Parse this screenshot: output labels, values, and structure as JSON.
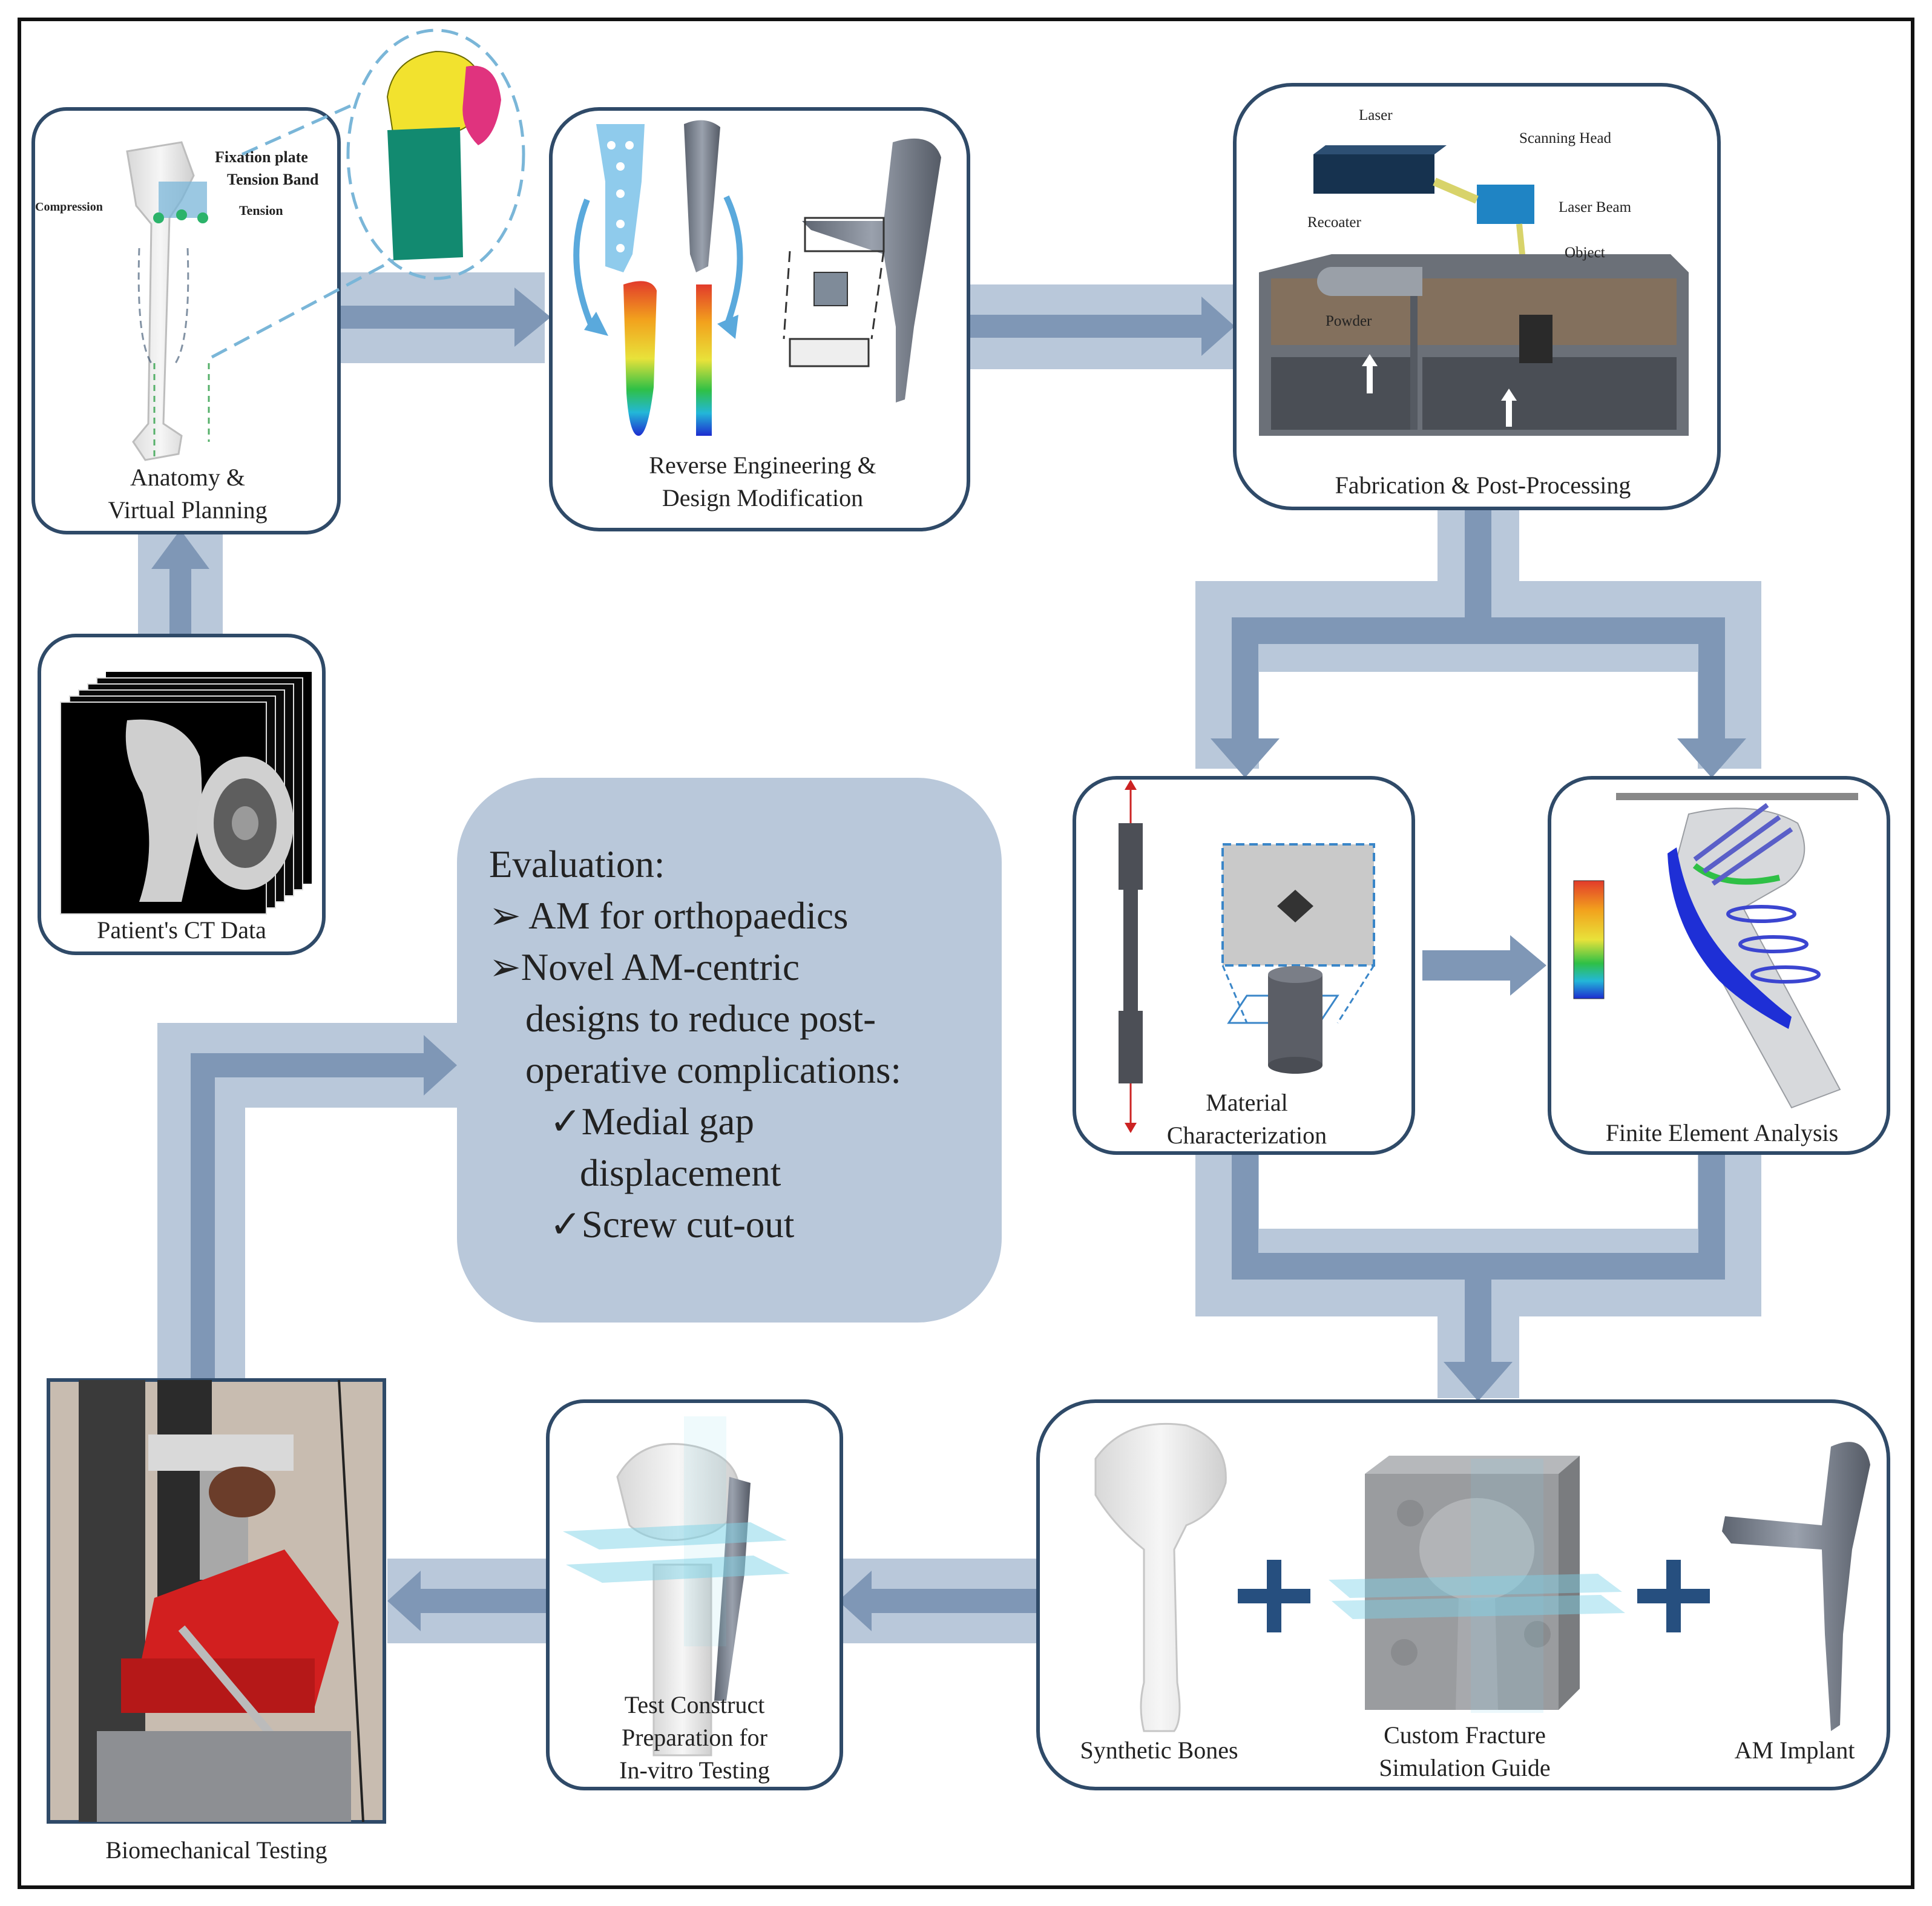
{
  "steps": {
    "anatomy": "Anatomy & Virtual Planning",
    "anatomy_l1": "Anatomy &",
    "anatomy_l2": "Virtual Planning",
    "reverse_l1": "Reverse Engineering &",
    "reverse_l2": "Design Modification",
    "fabrication": "Fabrication & Post-Processing",
    "ct": "Patient's CT Data",
    "material_l1": "Material",
    "material_l2": "Characterization",
    "fea": "Finite Element Analysis",
    "synthetic": "Synthetic Bones",
    "guide_l1": "Custom Fracture",
    "guide_l2": "Simulation Guide",
    "implant": "AM Implant",
    "test_l1": "Test Construct",
    "test_l2": "Preparation for",
    "test_l3": "In-vitro Testing",
    "biomech": "Biomechanical Testing"
  },
  "anatomy_labels": {
    "fixation": "Fixation plate",
    "tension_band": "Tension Band",
    "compression": "Compression",
    "tension": "Tension"
  },
  "printer_labels": {
    "laser": "Laser",
    "scanning_head": "Scanning Head",
    "recoater": "Recoater",
    "laser_beam": "Laser Beam",
    "object": "Object",
    "powder": "Powder"
  },
  "evaluation": {
    "title": "Evaluation:",
    "item1": "AM for orthopaedics",
    "item2_l1": "Novel AM-centric",
    "item2_l2": "designs to reduce post-",
    "item2_l3": "operative  complications:",
    "sub1_l1": "Medial  gap",
    "sub1_l2": "displacement",
    "sub2": "Screw cut-out",
    "bullet": "➢",
    "check": "✓"
  },
  "colors": {
    "arrow_light": "#b9c8da",
    "arrow_dark": "#7f97b6",
    "box_border": "#2f4a68",
    "eval_bg": "#b9c8da",
    "plus": "#264f7f"
  }
}
